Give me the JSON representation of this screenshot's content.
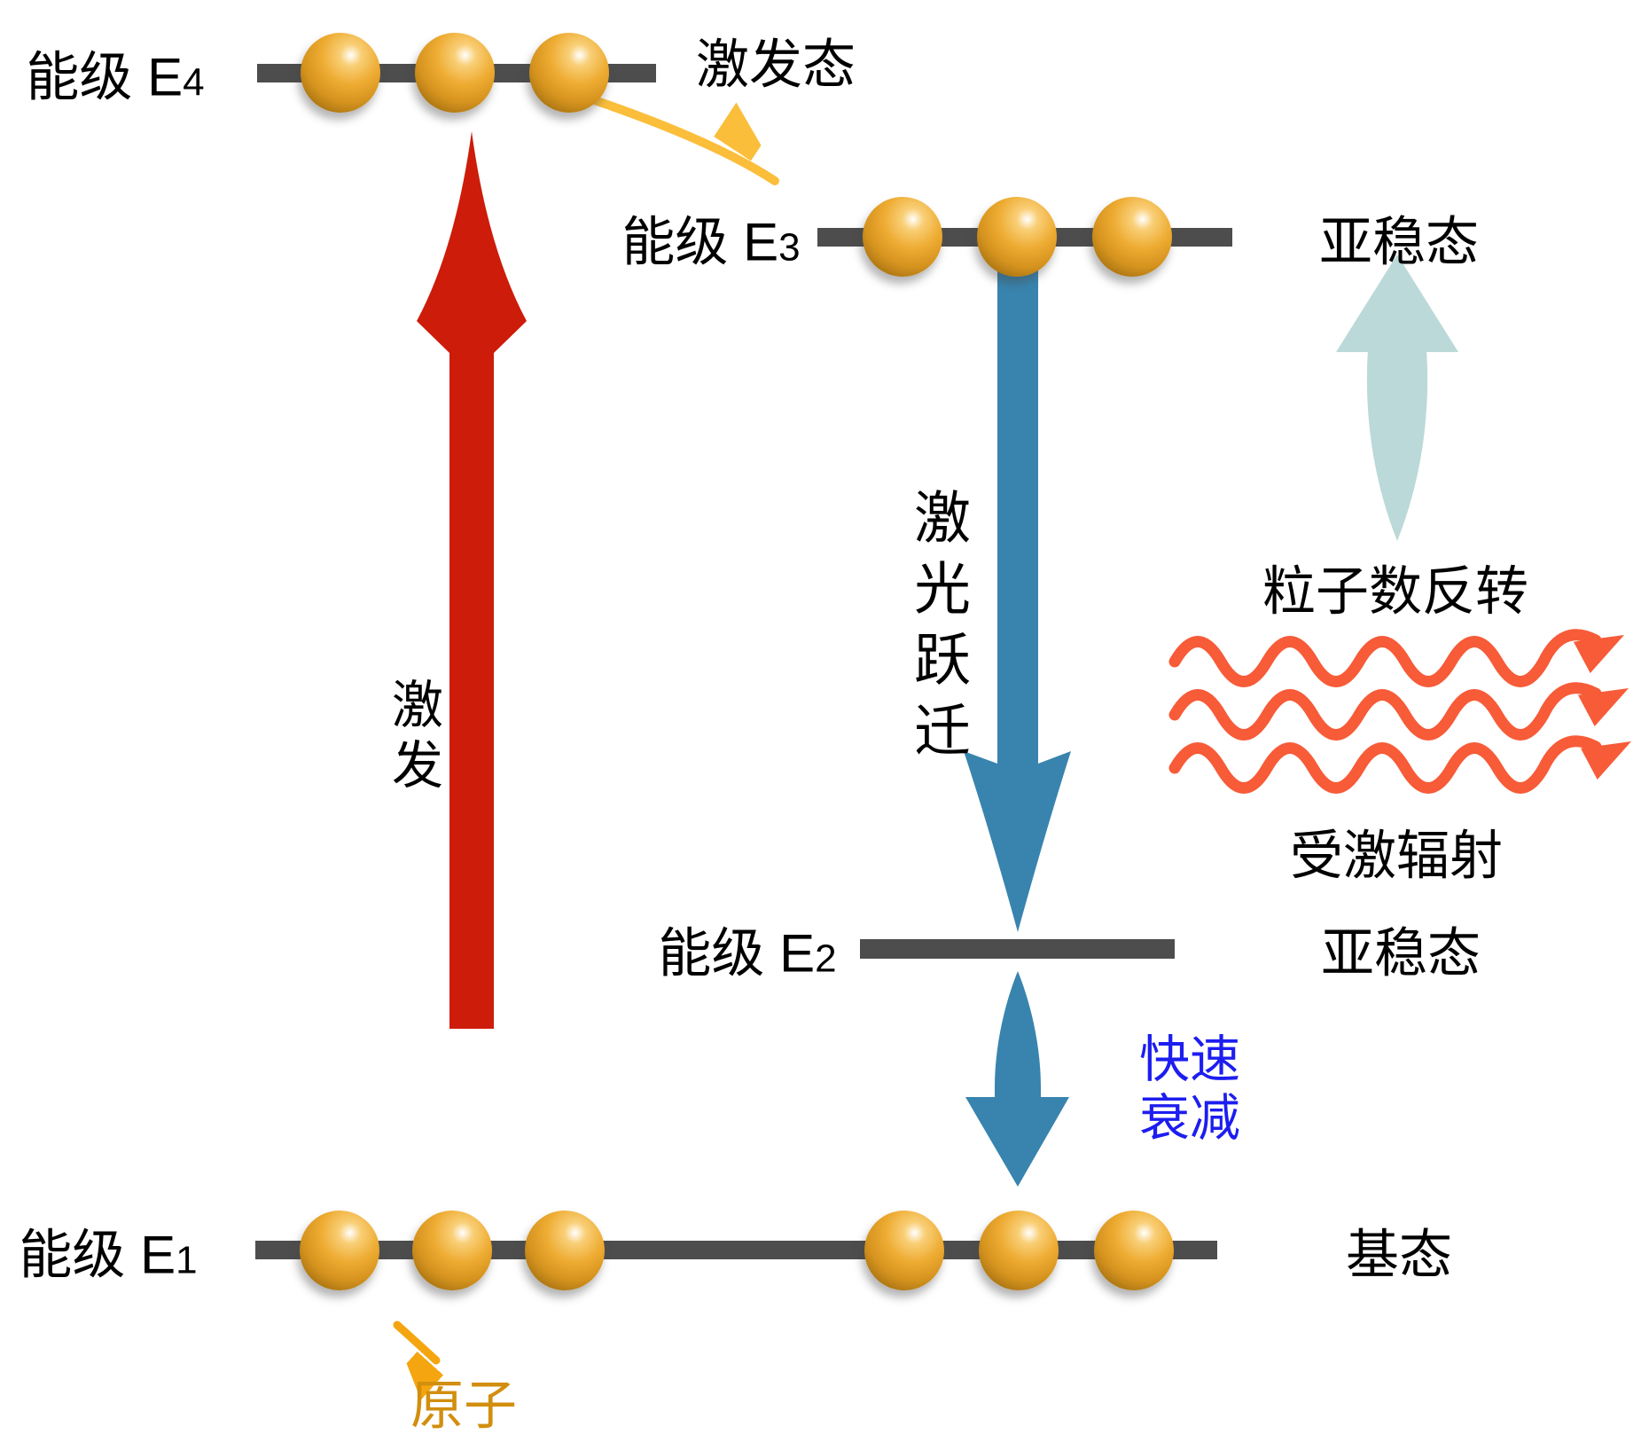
{
  "diagram": {
    "levels": [
      {
        "label_prefix": "能级 E",
        "label_sub": "4",
        "state": "激发态"
      },
      {
        "label_prefix": "能级 E",
        "label_sub": "3",
        "state": "亚稳态"
      },
      {
        "label_prefix": "能级 E",
        "label_sub": "2",
        "state": "亚稳态"
      },
      {
        "label_prefix": "能级 E",
        "label_sub": "1",
        "state": "基态"
      }
    ],
    "annotations": {
      "excitation": "激发",
      "laser_transition": "激光跃迁",
      "population_inversion": "粒子数反转",
      "stimulated_emission": "受激辐射",
      "fast_decay_lines": [
        "快速",
        "衰减"
      ],
      "atom": "原子"
    },
    "colors": {
      "excitation_arrow_red": "#cd1c09",
      "laser_arrow_blue": "#3884ae",
      "population_inversion_arrow_teal": "#bbd9d8",
      "stimulated_wave_orange_red": "#f75b38",
      "transfer_arrow_yellow": "#fbbe3b",
      "atom_pointer_orange": "#f5a50f",
      "atom_label_orange": "#d28e0e",
      "fast_decay_text_blue": "#1d1df0",
      "level_bar_gray": "#4d4d4d",
      "atom_sphere_gold": "#e3a02a"
    }
  }
}
